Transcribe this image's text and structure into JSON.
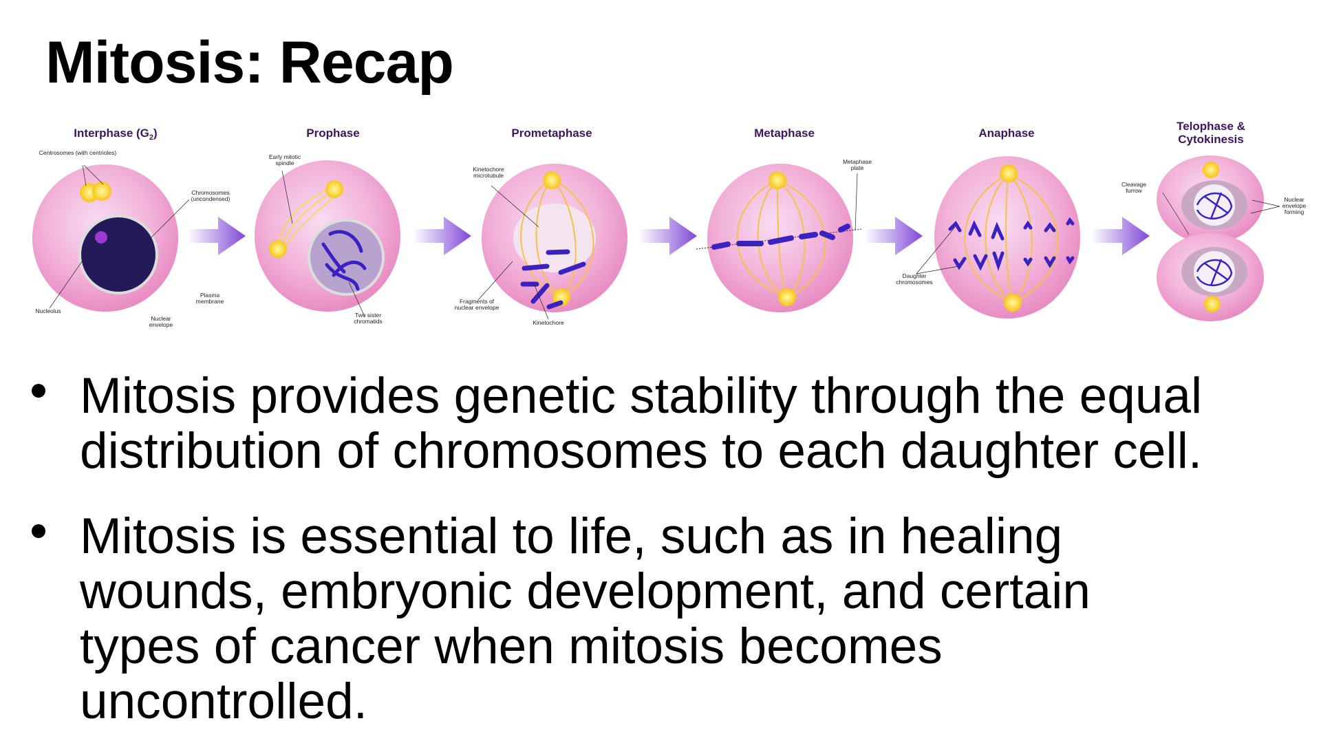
{
  "slide": {
    "title": "Mitosis: Recap",
    "bullets": [
      "Mitosis provides genetic stability through the equal distribution of chromosomes to each daughter cell.",
      "Mitosis is essential to life, such as in healing wounds, embryonic development, and certain types of cancer when mitosis becomes uncontrolled."
    ]
  },
  "diagram": {
    "phases": [
      {
        "title": "Interphase (G",
        "subscript": "2",
        "title_end": ")",
        "labels": [
          "Centrosomes (with centrioles)",
          "Chromosomes",
          "(uncondensed)",
          "Plasma",
          "membrane",
          "Nucleolus",
          "Nuclear",
          "envelope"
        ]
      },
      {
        "title": "Prophase",
        "labels": [
          "Early mitotic",
          "spindle",
          "Two sister",
          "chromatids"
        ]
      },
      {
        "title": "Prometaphase",
        "labels": [
          "Kinetochore",
          "microtubule",
          "Fragments of",
          "nuclear envelope",
          "Kinetochore"
        ]
      },
      {
        "title": "Metaphase",
        "labels": [
          "Metaphase",
          "plate"
        ]
      },
      {
        "title": "Anaphase",
        "labels": [
          "Daughter",
          "chromosomes"
        ]
      },
      {
        "title_lines": [
          "Telophase &",
          "Cytokinesis"
        ],
        "labels": [
          "Cleavage",
          "furrow",
          "Nuclear",
          "envelope",
          "forming"
        ]
      }
    ],
    "colors": {
      "cell": "#ee9ccb",
      "cell_light": "#f6d3ea",
      "title": "#3d1560",
      "chromosome": "#3a22c0",
      "spindle": "#f2c24a",
      "arrow": "#8a55d8"
    }
  }
}
